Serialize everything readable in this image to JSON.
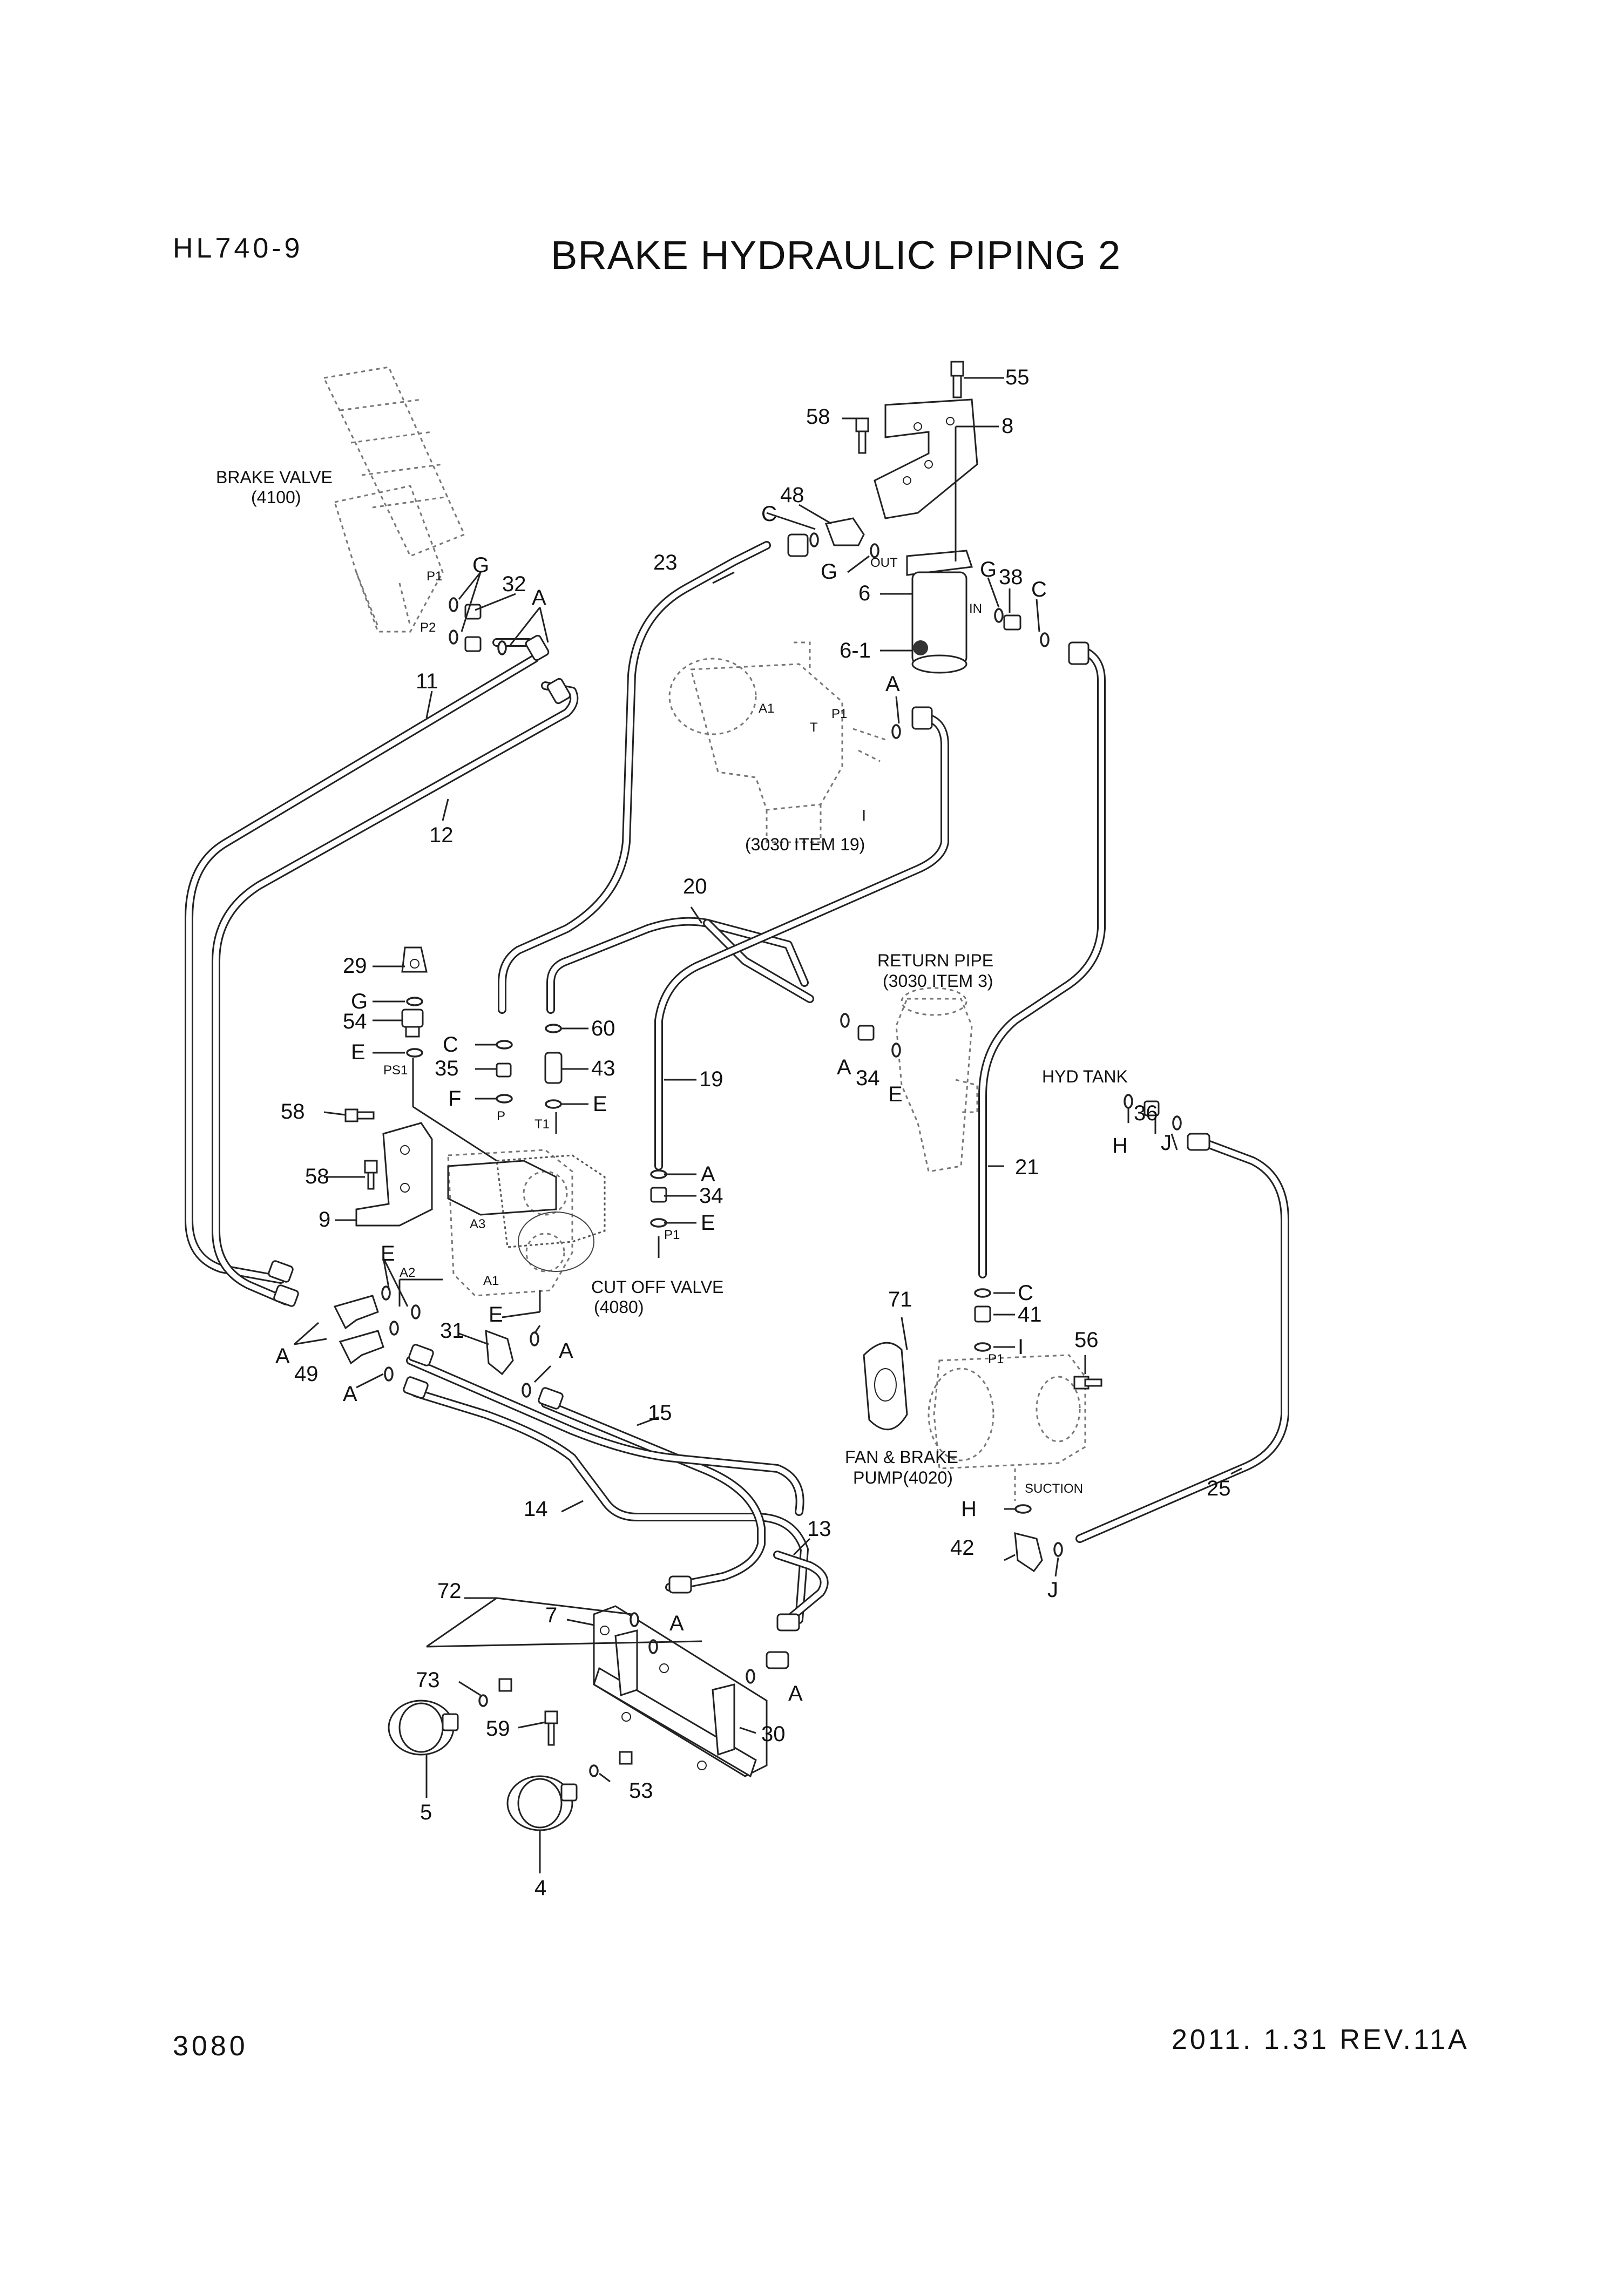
{
  "header": {
    "model": "HL740-9",
    "title": "BRAKE HYDRAULIC PIPING 2"
  },
  "footer": {
    "page_number": "3080",
    "revision": "2011. 1.31  REV.11A"
  },
  "annotations": {
    "brake_valve": "BRAKE VALVE",
    "brake_valve_ref": "(4100)",
    "item19_ref": "(3030 ITEM 19)",
    "return_pipe": "RETURN PIPE",
    "return_pipe_ref": "(3030 ITEM 3)",
    "hyd_tank": "HYD TANK",
    "cut_off_valve": "CUT OFF VALVE",
    "cut_off_valve_ref": "(4080)",
    "fan_brake_pump": "FAN & BRAKE",
    "fan_brake_pump_ref": "PUMP(4020)"
  },
  "port_labels": {
    "p1": "P1",
    "p2": "P2",
    "out": "OUT",
    "in": "IN",
    "a1": "A1",
    "t": "T",
    "ps1": "PS1",
    "p": "P",
    "t1": "T1",
    "a3": "A3",
    "a2": "A2",
    "suction": "SUCTION"
  },
  "callouts": {
    "c55": "55",
    "c58": "58",
    "c8": "8",
    "c48": "48",
    "c23": "23",
    "c6": "6",
    "c6_1": "6-1",
    "c38": "38",
    "c32": "32",
    "c11": "11",
    "c12": "12",
    "c20": "20",
    "c29": "29",
    "c54": "54",
    "c60": "60",
    "c35": "35",
    "c43": "43",
    "c19": "19",
    "c34": "34",
    "c9": "9",
    "c49": "49",
    "c31": "31",
    "c15": "15",
    "c14": "14",
    "c13": "13",
    "c72": "72",
    "c7": "7",
    "c73": "73",
    "c59": "59",
    "c30": "30",
    "c5": "5",
    "c53": "53",
    "c4": "4",
    "c21": "21",
    "c36": "36",
    "c41": "41",
    "c71": "71",
    "c56": "56",
    "c42": "42",
    "c25": "25",
    "g": "G",
    "a": "A",
    "c": "C",
    "e": "E",
    "f": "F",
    "h": "H",
    "i": "I",
    "j": "J"
  }
}
